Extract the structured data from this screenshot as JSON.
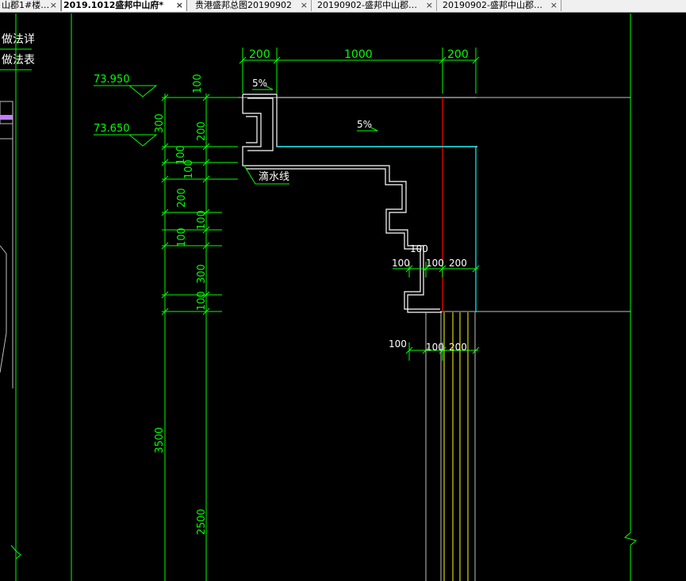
{
  "tabs": [
    {
      "label": "山郡1#楼…",
      "close": "×",
      "active": false
    },
    {
      "label": "2019.1012盛邦中山府*",
      "close": "×",
      "active": true
    },
    {
      "label": "贵港盛邦总图20190902",
      "close": "×",
      "active": false
    },
    {
      "label": "20190902-盛邦中山郡…",
      "close": "×",
      "active": false
    },
    {
      "label": "20190902-盛邦中山郡…",
      "close": "×",
      "active": false
    }
  ],
  "drawing": {
    "left_labels": [
      "做法详",
      "做法表"
    ],
    "elevations": [
      "73.950",
      "73.650"
    ],
    "top_dims": [
      "200",
      "1000",
      "200"
    ],
    "slopes": [
      "5%",
      "5%"
    ],
    "drip_label": "滴水线",
    "vertical_dims_outer": [
      "300",
      "100",
      "200",
      "100",
      "300",
      "3500"
    ],
    "vertical_dims_inner": [
      "100",
      "200",
      "100",
      "100",
      "100",
      "2500"
    ],
    "step_dims_upper": [
      "100",
      "100",
      "100",
      "200"
    ],
    "step_dims_lower": [
      "100",
      "100",
      "200"
    ]
  },
  "colors": {
    "background": "#000000",
    "dimension": "#00ff00",
    "outline": "#ffffff",
    "wall_red": "#ff0000",
    "wall_cyan": "#00ffff",
    "yellow": "#ffff00",
    "gray_line": "#bfbfbf"
  }
}
